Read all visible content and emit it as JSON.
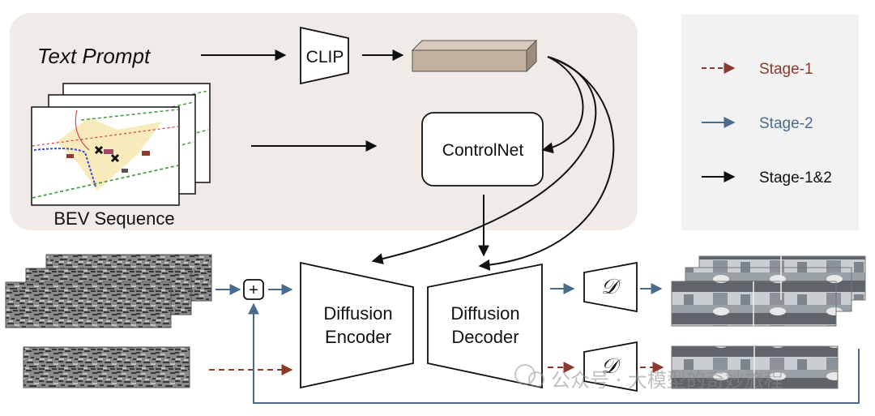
{
  "inputs": {
    "text_prompt": "Text Prompt",
    "bev_sequence": "BEV Sequence"
  },
  "modules": {
    "clip": "CLIP",
    "controlnet": "ControlNet",
    "encoder_line1": "Diffusion",
    "encoder_line2": "Encoder",
    "decoder_line1": "Diffusion",
    "decoder_line2": "Decoder",
    "vae_decoder": "𝒟",
    "add_op": "+"
  },
  "legend": {
    "items": [
      {
        "label": "Stage-1",
        "color": "#8b3a2b",
        "style": "dashed"
      },
      {
        "label": "Stage-2",
        "color": "#4a6b8c",
        "style": "solid"
      },
      {
        "label": "Stage-1&2",
        "color": "#111111",
        "style": "solid"
      }
    ]
  },
  "watermark": "公众号 · 大模型的奇妙旅程",
  "colors": {
    "input_panel_bg": "#f0ebe7",
    "legend_bg": "#f2f2f2",
    "embedding_block": "#c4b09f",
    "stage1": "#8b3a2b",
    "stage2": "#4a6b8c",
    "stage12": "#111111"
  }
}
